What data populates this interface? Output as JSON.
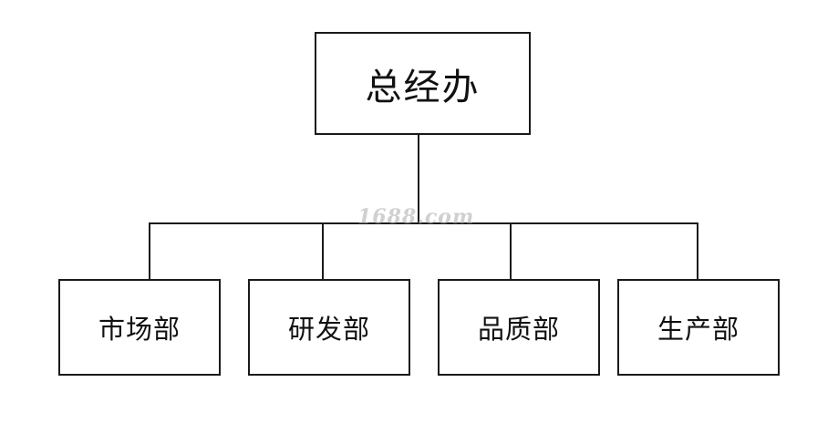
{
  "org_chart": {
    "root": {
      "label": "总经办"
    },
    "children": [
      {
        "label": "市场部"
      },
      {
        "label": "研发部"
      },
      {
        "label": "品质部"
      },
      {
        "label": "生产部"
      }
    ]
  },
  "watermark": {
    "text": "1688.com"
  },
  "colors": {
    "stroke": "#1a1a1a",
    "background": "#ffffff",
    "watermark": "#aaaaaa"
  }
}
